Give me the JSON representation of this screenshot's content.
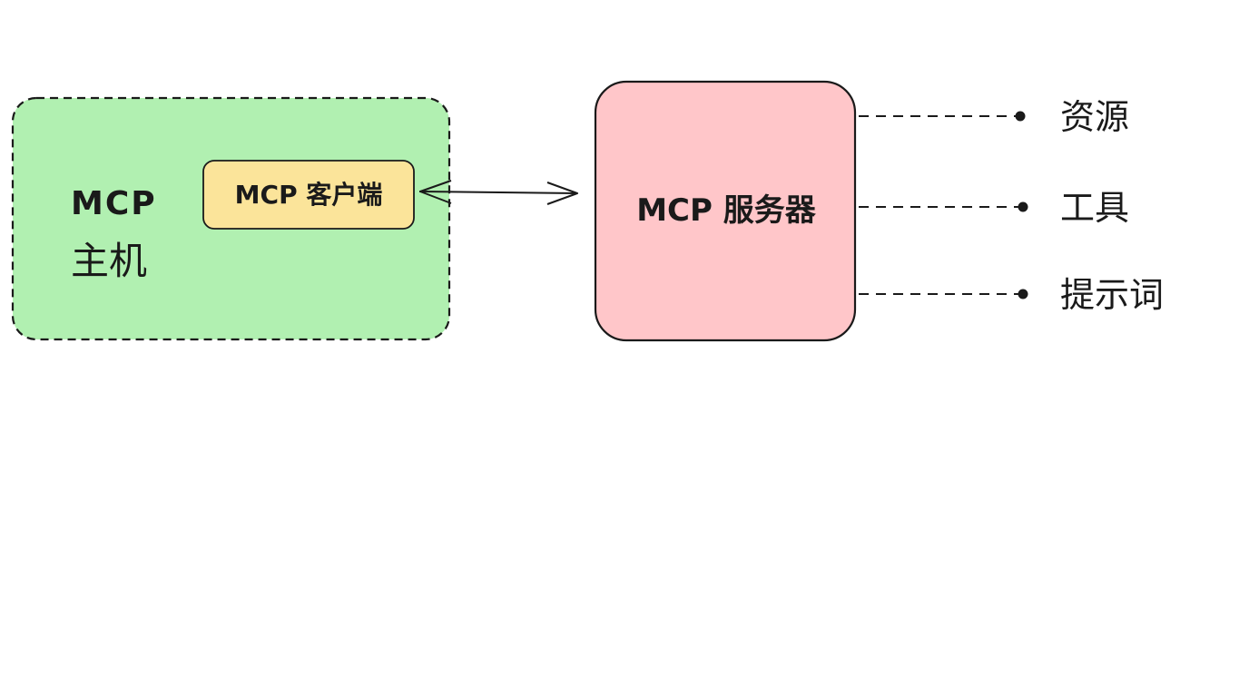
{
  "host": {
    "label_line1": "MCP",
    "label_line2": "主机",
    "fill": "#b1f0b1",
    "border": "dashed"
  },
  "client": {
    "label": "MCP 客户端",
    "fill": "#fbe49a"
  },
  "server": {
    "label": "MCP 服务器",
    "fill": "#ffc6c9"
  },
  "connection": {
    "type": "bidirectional-arrow",
    "from": "client",
    "to": "server"
  },
  "capabilities": [
    {
      "label": "资源"
    },
    {
      "label": "工具"
    },
    {
      "label": "提示词"
    }
  ],
  "colors": {
    "stroke": "#1a1a1a",
    "background": "#ffffff"
  }
}
